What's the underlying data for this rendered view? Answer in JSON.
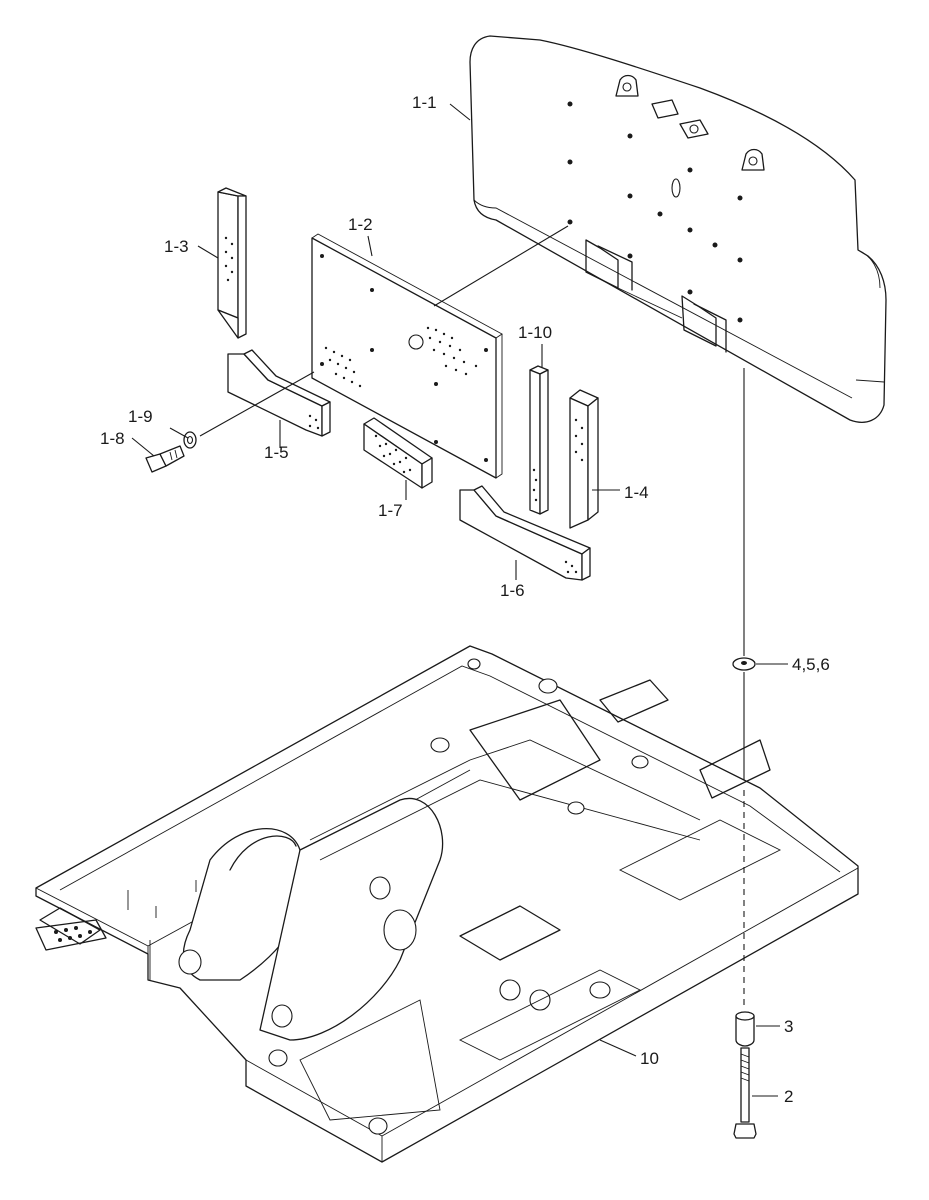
{
  "callouts": {
    "c_1_1": "1-1",
    "c_1_2": "1-2",
    "c_1_3": "1-3",
    "c_1_4": "1-4",
    "c_1_5": "1-5",
    "c_1_6": "1-6",
    "c_1_7": "1-7",
    "c_1_8": "1-8",
    "c_1_9": "1-9",
    "c_1_10": "1-10",
    "c_2": "2",
    "c_3": "3",
    "c_456": "4,5,6",
    "c_10": "10"
  }
}
